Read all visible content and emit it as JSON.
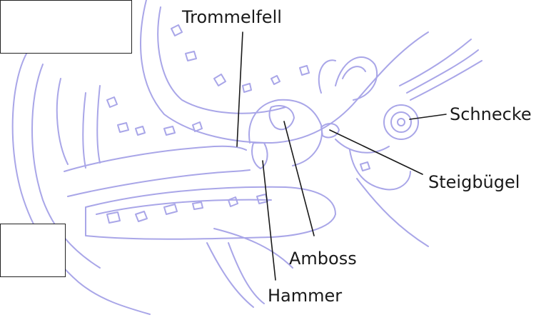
{
  "colors": {
    "anatomy_stroke": "#a9a6e8",
    "leader_line": "#1a1a1a",
    "label_text": "#1a1a1a",
    "blank_box_border": "#222222"
  },
  "blank_boxes": [
    {
      "name": "answer-box-top",
      "value": ""
    },
    {
      "name": "answer-box-bottom",
      "value": ""
    }
  ],
  "labels": {
    "eardrum": "Trommelfell",
    "cochlea": "Schnecke",
    "stirrup": "Steigbügel",
    "anvil": "Amboss",
    "hammer": "Hammer"
  }
}
